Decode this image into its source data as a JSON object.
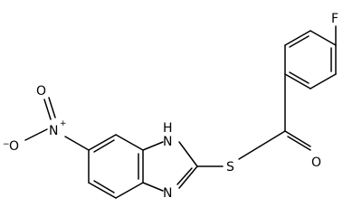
{
  "atoms": {
    "fluorine": "F",
    "oxygen_ketone": "O",
    "sulfur": "S",
    "nitrogen_nh": "N",
    "hydrogen_nh": "H",
    "nitrogen_imine": "N",
    "nitro_nitrogen": "N",
    "nitro_oxygen_top": "O",
    "nitro_oxygen_minus": "O",
    "nitro_plus": "+",
    "nitro_minus": "−"
  }
}
